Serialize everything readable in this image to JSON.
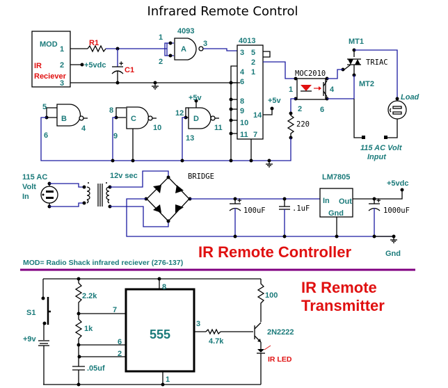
{
  "title": "Infrared Remote Control",
  "receiver": {
    "mod_label": "MOD",
    "ir_label": "IR",
    "reciever_label": "Reciever",
    "pins": [
      "1",
      "2",
      "3"
    ],
    "vdc": "+5vdc",
    "r1": "R1",
    "c1": "C1",
    "plus": "+"
  },
  "ic4093": {
    "name": "4093",
    "gates": [
      {
        "id": "A",
        "in1": "1",
        "in2": "2",
        "out": "3"
      },
      {
        "id": "B",
        "in1": "5",
        "in2": "6",
        "out": "4"
      },
      {
        "id": "C",
        "in1": "8",
        "in2": "9",
        "out": "10"
      },
      {
        "id": "D",
        "in1": "12",
        "in2": "13",
        "out": "11"
      }
    ],
    "d_supply": "+5v"
  },
  "ic4013": {
    "name": "4013",
    "pins_left": [
      "3",
      "4",
      "6",
      "8",
      "9",
      "10",
      "11"
    ],
    "pins_right": [
      "5",
      "2",
      "1",
      "14",
      "7"
    ],
    "supply": "+5v"
  },
  "opto": {
    "name": "MOC2010",
    "pins": [
      "1",
      "2",
      "4",
      "6"
    ],
    "resistor": "220"
  },
  "triac": {
    "name": "TRIAC",
    "mt1": "MT1",
    "mt2": "MT2",
    "load": "Load",
    "input_line1": "115 AC Volt",
    "input_line2": "Input"
  },
  "power_supply": {
    "ac_line1": "115 AC",
    "ac_line2": "Volt",
    "ac_line3": "In",
    "secondary": "12v sec",
    "bridge": "BRIDGE",
    "cap1": "100uF",
    "cap2": ".1uF",
    "regulator": "LM7805",
    "reg_in": "In",
    "reg_out": "Out",
    "reg_gnd": "Gnd",
    "cap3": "1000uF",
    "out_label": "+5vdc",
    "gnd_label": "Gnd",
    "plus": "+"
  },
  "controller_title": "IR Remote Controller",
  "mod_note": "MOD= Radio Shack infrared reciever (276-137)",
  "transmitter": {
    "title_line1": "IR Remote",
    "title_line2": "Transmitter",
    "switch": "S1",
    "battery": "+9v",
    "r_a": "2.2k",
    "r_b": "1k",
    "cap": ".05uf",
    "timer": "555",
    "pins": [
      "8",
      "7",
      "6",
      "2",
      "1",
      "3"
    ],
    "r_base": "4.7k",
    "r_collector": "100",
    "transistor": "2N2222",
    "led": "IR LED"
  },
  "colors": {
    "wire_black": "#000000",
    "wire_blue": "#1a1aa0",
    "label_teal": "#1a7a7a",
    "label_red": "#e01010",
    "divider_purple": "#800080"
  }
}
